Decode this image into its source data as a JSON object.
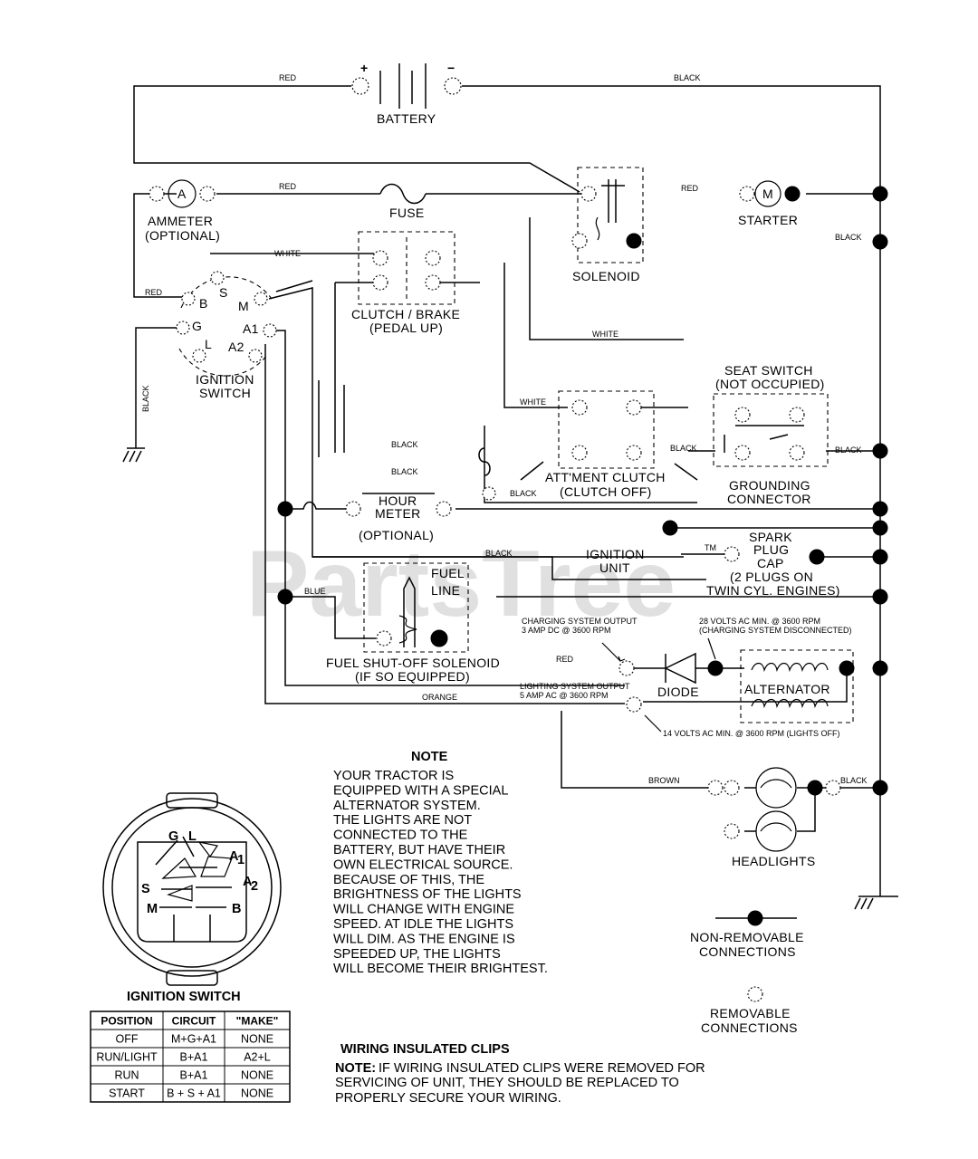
{
  "watermark": "PartsTree",
  "trademark": "TM",
  "components": {
    "battery": "BATTERY",
    "battery_plus": "+",
    "battery_minus": "−",
    "ammeter_symbol": "A",
    "ammeter_1": "AMMETER",
    "ammeter_2": "(OPTIONAL)",
    "fuse": "FUSE",
    "solenoid": "SOLENOID",
    "starter_symbol": "M",
    "starter": "STARTER",
    "clutch_brake_1": "CLUTCH / BRAKE",
    "clutch_brake_2": "(PEDAL UP)",
    "ignition_switch_1": "IGNITION",
    "ignition_switch_2": "SWITCH",
    "seat_switch_1": "SEAT SWITCH",
    "seat_switch_2": "(NOT OCCUPIED)",
    "attment_clutch_1": "ATT'MENT CLUTCH",
    "attment_clutch_2": "(CLUTCH OFF)",
    "grounding_connector_1": "GROUNDING",
    "grounding_connector_2": "CONNECTOR",
    "hour_meter_1": "HOUR",
    "hour_meter_2": "METER",
    "hour_meter_3": "(OPTIONAL)",
    "ignition_unit_1": "IGNITION",
    "ignition_unit_2": "UNIT",
    "spark_plug_1": "SPARK",
    "spark_plug_2": "PLUG",
    "spark_plug_3": "CAP",
    "spark_plug_4": "(2 PLUGS ON",
    "spark_plug_5": "TWIN CYL. ENGINES)",
    "fuel_line_1": "FUEL",
    "fuel_line_2": "LINE",
    "fuel_solenoid_1": "FUEL SHUT-OFF SOLENOID",
    "fuel_solenoid_2": "(IF SO EQUIPPED)",
    "diode": "DIODE",
    "alternator": "ALTERNATOR",
    "headlights": "HEADLIGHTS"
  },
  "terminals": {
    "b": "B",
    "s": "S",
    "m": "M",
    "g": "G",
    "a1": "A1",
    "l": "L",
    "a2": "A2"
  },
  "wires": {
    "red": "RED",
    "black": "BLACK",
    "white": "WHITE",
    "blue": "BLUE",
    "orange": "ORANGE",
    "brown": "BROWN"
  },
  "specs": {
    "charging_1": "CHARGING SYSTEM OUTPUT",
    "charging_2": "3 AMP DC @ 3600 RPM",
    "alt_1": "28 VOLTS AC MIN. @ 3600 RPM",
    "alt_2": "(CHARGING SYSTEM DISCONNECTED)",
    "lighting_1": "LIGHTING SYSTEM OUTPUT",
    "lighting_2": "5 AMP AC @ 3600 RPM",
    "lights_off": "14 VOLTS AC MIN. @ 3600 RPM (LIGHTS OFF)"
  },
  "note": {
    "title": "NOTE",
    "lines": [
      "YOUR TRACTOR IS",
      "EQUIPPED WITH A SPECIAL",
      "ALTERNATOR SYSTEM.",
      "THE LIGHTS ARE NOT",
      "CONNECTED TO THE",
      "BATTERY, BUT HAVE THEIR",
      "OWN ELECTRICAL SOURCE.",
      "BECAUSE OF THIS, THE",
      "BRIGHTNESS OF THE LIGHTS",
      "WILL CHANGE WITH ENGINE",
      "SPEED.  AT IDLE THE LIGHTS",
      "WILL DIM.  AS THE ENGINE IS",
      "SPEEDED UP, THE LIGHTS",
      "WILL BECOME THEIR BRIGHTEST."
    ]
  },
  "legend": {
    "non_removable_1": "NON-REMOVABLE",
    "non_removable_2": "CONNECTIONS",
    "removable_1": "REMOVABLE",
    "removable_2": "CONNECTIONS"
  },
  "clips": {
    "title": "WIRING INSULATED CLIPS",
    "note_label": "NOTE:",
    "line_1": "IF WIRING INSULATED CLIPS WERE REMOVED FOR",
    "line_2": "SERVICING OF UNIT, THEY SHOULD BE REPLACED TO",
    "line_3": "PROPERLY SECURE YOUR WIRING."
  },
  "switch_face": {
    "title": "IGNITION SWITCH",
    "g": "G",
    "l": "L",
    "a1": "A",
    "a1_sub": "1",
    "a2": "A",
    "a2_sub": "2",
    "s": "S",
    "m": "M",
    "b": "B"
  },
  "table": {
    "headers": [
      "POSITION",
      "CIRCUIT",
      "\"MAKE\""
    ],
    "rows": [
      [
        "OFF",
        "M+G+A1",
        "NONE"
      ],
      [
        "RUN/LIGHT",
        "B+A1",
        "A2+L"
      ],
      [
        "RUN",
        "B+A1",
        "NONE"
      ],
      [
        "START",
        "B + S + A1",
        "NONE"
      ]
    ]
  }
}
